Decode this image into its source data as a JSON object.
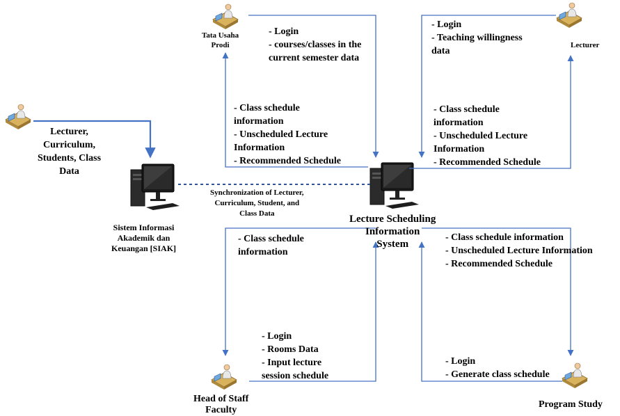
{
  "actors": {
    "tata_usaha": [
      "Tata Usaha",
      "Prodi"
    ],
    "lecturer": "Lecturer",
    "siak_user_arrow_text": [
      "Lecturer,",
      "Curriculum,",
      "Students, Class",
      "Data"
    ],
    "head_of_staff": [
      "Head of Staff",
      "Faculty"
    ],
    "program_study": "Program Study"
  },
  "systems": {
    "siak": [
      "Sistem Informasi",
      "Akademik dan",
      "Keuangan [SIAK]"
    ],
    "lsis": [
      "Lecture Scheduling",
      "Information",
      "System"
    ],
    "sync": [
      "Synchronization of Lecturer,",
      "Curriculum, Student, and",
      "Class Data"
    ]
  },
  "flows": {
    "tata_usaha_in": [
      "- Login",
      "- courses/classes in the",
      "current semester data"
    ],
    "tata_usaha_out": [
      "- Class schedule",
      "information",
      "- Unscheduled Lecture",
      "Information",
      "- Recommended Schedule"
    ],
    "lecturer_in": [
      "- Login",
      "-  Teaching willingness",
      "data"
    ],
    "lecturer_out": [
      "- Class schedule",
      "information",
      "- Unscheduled Lecture",
      "Information",
      "- Recommended Schedule"
    ],
    "head_out": [
      "- Class schedule",
      "information"
    ],
    "head_in": [
      "- Login",
      "- Rooms Data",
      "- Input lecture",
      "session schedule"
    ],
    "program_out": [
      "- Class schedule information",
      "- Unscheduled Lecture Information",
      "- Recommended Schedule"
    ],
    "program_in": [
      "- Login",
      "- Generate class schedule"
    ]
  },
  "icons": [
    "user-at-desk-icon",
    "computer-icon"
  ],
  "colors": {
    "line": "#4472c4",
    "dashed": "#2f5597"
  }
}
